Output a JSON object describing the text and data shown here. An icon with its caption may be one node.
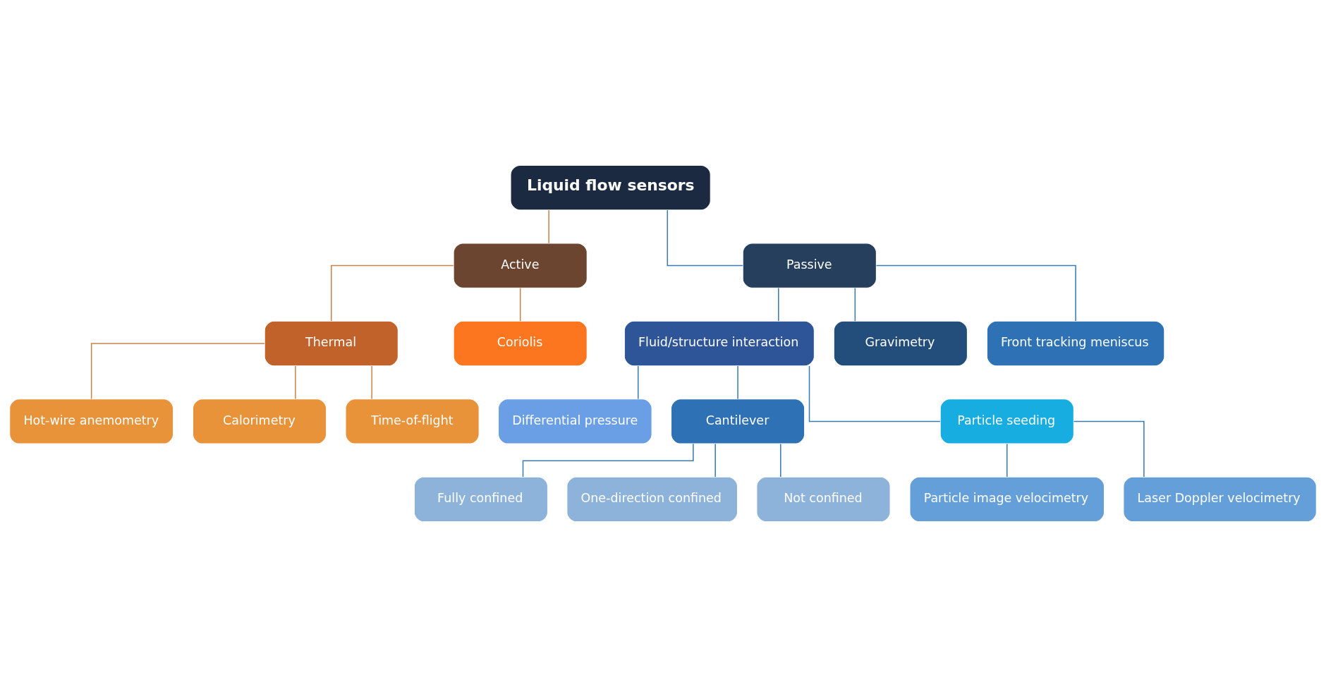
{
  "diagram": {
    "nodes": [
      {
        "text": [
          "Liquid flow sensors"
        ]
      },
      {
        "text": [
          "Active"
        ]
      },
      {
        "text": [
          "Passive"
        ]
      },
      {
        "text": [
          "Thermal"
        ]
      },
      {
        "text": [
          "Coriolis"
        ]
      },
      {
        "text": [
          "Fluid/structure interaction"
        ]
      },
      {
        "text": [
          "Gravimetry"
        ]
      },
      {
        "text": [
          "Front tracking meniscus"
        ]
      },
      {
        "text": [
          "Hot-wire anemometry"
        ]
      },
      {
        "text": [
          "Calorimetry"
        ]
      },
      {
        "text": [
          "Time-of-flight"
        ]
      },
      {
        "text": [
          "Differential pressure"
        ]
      },
      {
        "text": [
          "Cantilever"
        ]
      },
      {
        "text": [
          "Particle seeding"
        ]
      },
      {
        "text": [
          "Fully confined"
        ]
      },
      {
        "text": [
          "One-direction confined"
        ]
      },
      {
        "text": [
          "Not confined"
        ]
      },
      {
        "text": [
          "Particle image velocimetry"
        ]
      },
      {
        "text": [
          "Laser Doppler velocimetry"
        ]
      }
    ],
    "edges": [
      {
        "from": 0,
        "to": 1,
        "arrow": "none",
        "color": "#c8844a"
      },
      {
        "from": 0,
        "to": 2,
        "arrow": "none"
      },
      {
        "from": 1,
        "to": 3,
        "arrow": "none",
        "color": "#c8844a"
      },
      {
        "from": 1,
        "to": 4,
        "arrow": "none",
        "color": "#c8844a"
      },
      {
        "from": 2,
        "to": 5,
        "arrow": "none"
      },
      {
        "from": 2,
        "to": 6,
        "arrow": "none"
      },
      {
        "from": 2,
        "to": 7,
        "arrow": "none"
      },
      {
        "from": 3,
        "to": 8,
        "arrow": "none",
        "color": "#c8844a"
      },
      {
        "from": 3,
        "to": 9,
        "arrow": "none",
        "color": "#c8844a"
      },
      {
        "from": 3,
        "to": 10,
        "arrow": "none",
        "color": "#c8844a"
      },
      {
        "from": 5,
        "to": 11,
        "arrow": "none"
      },
      {
        "from": 5,
        "to": 12,
        "arrow": "none"
      },
      {
        "from": 5,
        "to": 13,
        "arrow": "none"
      },
      {
        "from": 12,
        "to": 14,
        "arrow": "none"
      },
      {
        "from": 12,
        "to": 15,
        "arrow": "none"
      },
      {
        "from": 12,
        "to": 16,
        "arrow": "none"
      },
      {
        "from": 13,
        "to": 17,
        "arrow": "none"
      },
      {
        "from": 13,
        "to": 18,
        "arrow": "none"
      }
    ]
  }
}
